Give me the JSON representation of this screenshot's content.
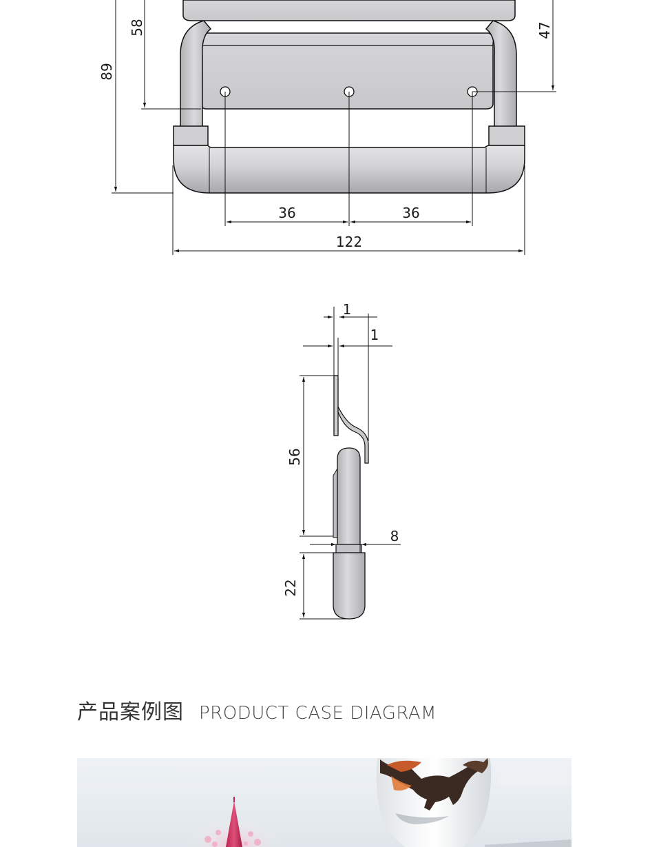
{
  "dimensions": {
    "front_view": {
      "plate_hole_height": "58",
      "overall_height": "89",
      "hole_offset_right": "47",
      "hole_spacing_left": "36",
      "hole_spacing_right": "36",
      "overall_width": "122"
    },
    "side_view": {
      "plate_thickness": "1",
      "offset": "1",
      "plate_height": "56",
      "bar_diameter": "8",
      "grip_height": "22"
    }
  },
  "section": {
    "title_cn": "产品案例图",
    "title_en": "PRODUCT CASE DIAGRAM"
  },
  "colors": {
    "metal": "#cfcfd1",
    "metal_dark": "#a9a9ad",
    "line": "#111111",
    "title": "#333333"
  }
}
